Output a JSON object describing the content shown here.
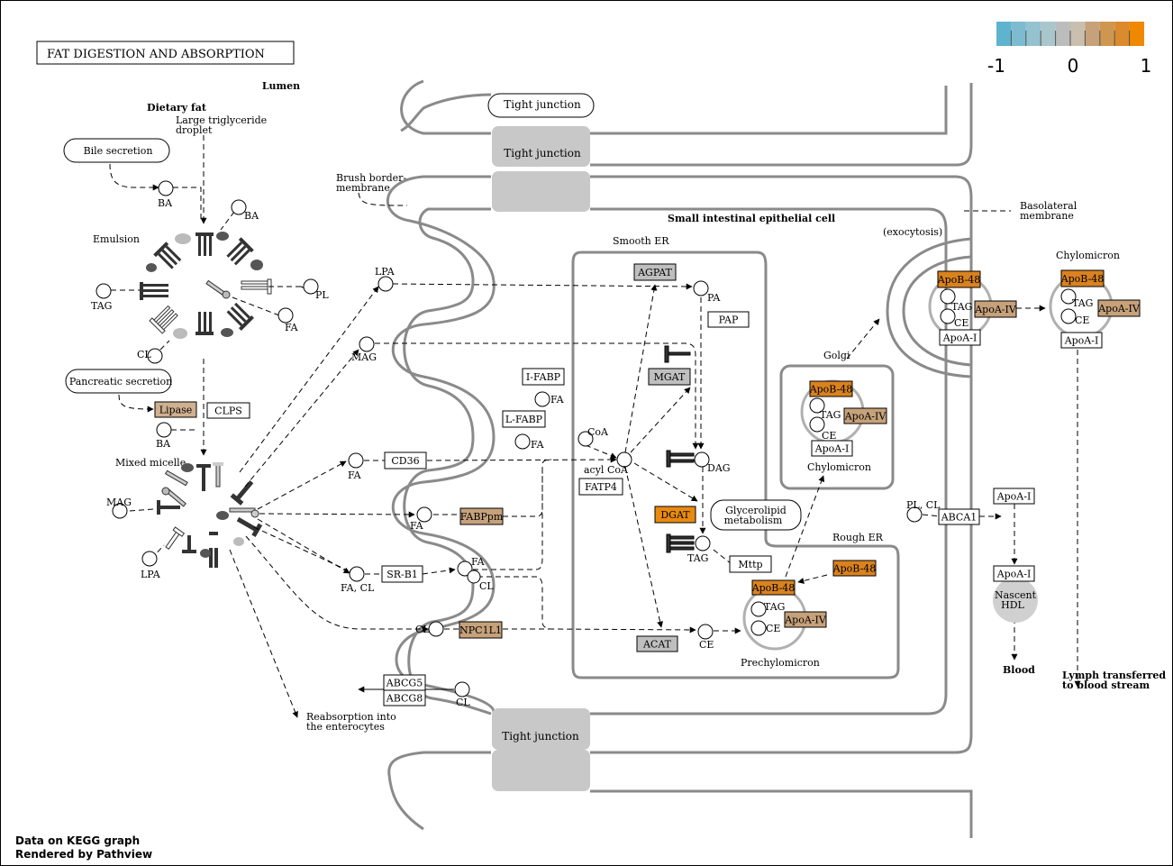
{
  "title": "FAT  DIGESTION  AND  ABSORPTION",
  "legend": {
    "min": "-1",
    "mid": "0",
    "max": "1",
    "colors": [
      "#5fb3cf",
      "#7dbbd0",
      "#94c2cf",
      "#a8c6cc",
      "#bcbcbc",
      "#c8bfaf",
      "#c6a17a",
      "#cf9650",
      "#dc8a2e",
      "#f08800"
    ]
  },
  "footer": {
    "line1": "Data on KEGG graph",
    "line2": "Rendered by Pathview"
  },
  "labels": {
    "lumen": "Lumen",
    "dietary_fat": "Dietary fat",
    "large_tg1": "Large triglyceride",
    "large_tg2": "droplet",
    "bile": "Bile secretion",
    "ba": "BA",
    "emulsion": "Emulsion",
    "tag": "TAG",
    "pl": "PL",
    "fa": "FA",
    "cl": "CL",
    "pancreatic": "Pancreatic secretion",
    "lipase": "Lipase",
    "clps": "CLPS",
    "mixed_micelle": "Mixed micelle",
    "mag": "MAG",
    "lpa": "LPA",
    "fa_cl": "FA, CL",
    "reabsorption1": "Reabsorption into",
    "reabsorption2": "the enterocytes",
    "tight_junction": "Tight junction",
    "brush1": "Brush border-",
    "brush2": "membrane",
    "small_cell": "Small intestinal epithelial cell",
    "smooth_er": "Smooth ER",
    "basolateral1": "Basolateral",
    "basolateral2": "membrane",
    "exocytosis": "(exocytosis)",
    "chylomicron": "Chylomicron",
    "golgi": "Golgi",
    "rough_er": "Rough ER",
    "prechylomicron": "Prechylomicron",
    "blood": "Blood",
    "lymph1": "Lymph transferred",
    "lymph2": "to blood stream",
    "nascent1": "Nascent",
    "nascent2": "HDL",
    "pa": "PA",
    "dag": "DAG",
    "coa": "CoA",
    "acyl_coa": "acyl CoA",
    "ce": "CE",
    "pl_cl": "PL, CL",
    "glycero1": "Glycerolipid",
    "glycero2": "metabolism"
  },
  "genes": {
    "agpat": "AGPAT",
    "pap": "PAP",
    "mgat": "MGAT",
    "ifabp": "I-FABP",
    "lfabp": "L-FABP",
    "fatp4": "FATP4",
    "dgat": "DGAT",
    "acat": "ACAT",
    "mttp": "Mttp",
    "cd36": "CD36",
    "fabppm": "FABPpm",
    "srb1": "SR-B1",
    "npc1l1": "NPC1L1",
    "abcg5": "ABCG5",
    "abcg8": "ABCG8",
    "abca1": "ABCA1",
    "apob48": "ApoB-48",
    "apoaiv": "ApoA-IV",
    "apoai": "ApoA-I"
  }
}
